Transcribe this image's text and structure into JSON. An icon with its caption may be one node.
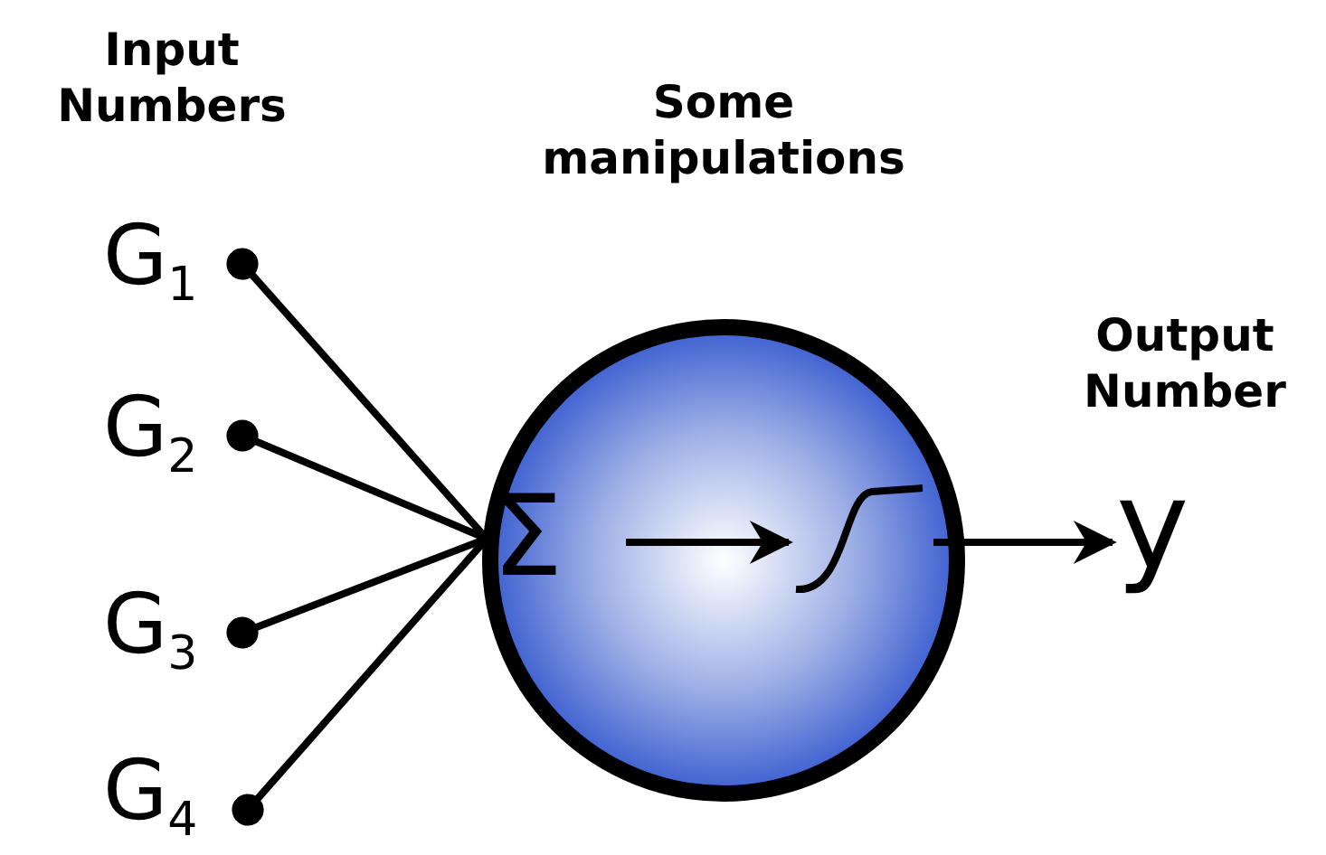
{
  "diagram": {
    "nodes": [
      {
        "text": [
          "Some manipulations"
        ]
      },
      {
        "text": [
          "G$_{1}$"
        ]
      },
      {
        "text": [
          "G$_{2}$"
        ]
      },
      {
        "text": [
          "G$_{3}$"
        ]
      },
      {
        "text": [
          "G$_{4}$"
        ]
      },
      {
        "text": [
          "Σ"
        ],
        "in": 0
      },
      {
        "text": [],
        "shape": "curve",
        "in": 0
      },
      {
        "text": [
          "y"
        ]
      }
    ],
    "edges": [
      {
        "from": 1,
        "to": 0,
        "arrow": "other"
      },
      {
        "from": 2,
        "to": 0,
        "arrow": "other"
      },
      {
        "from": 3,
        "to": 0,
        "arrow": "other"
      },
      {
        "from": 4,
        "to": 0,
        "arrow": "other"
      },
      {
        "from": 5,
        "to": 6,
        "arrow": "to"
      },
      {
        "from": 6,
        "to": 7,
        "arrow": "to"
      }
    ],
    "labels": [
      "Input Numbers",
      "Output Number"
    ]
  }
}
